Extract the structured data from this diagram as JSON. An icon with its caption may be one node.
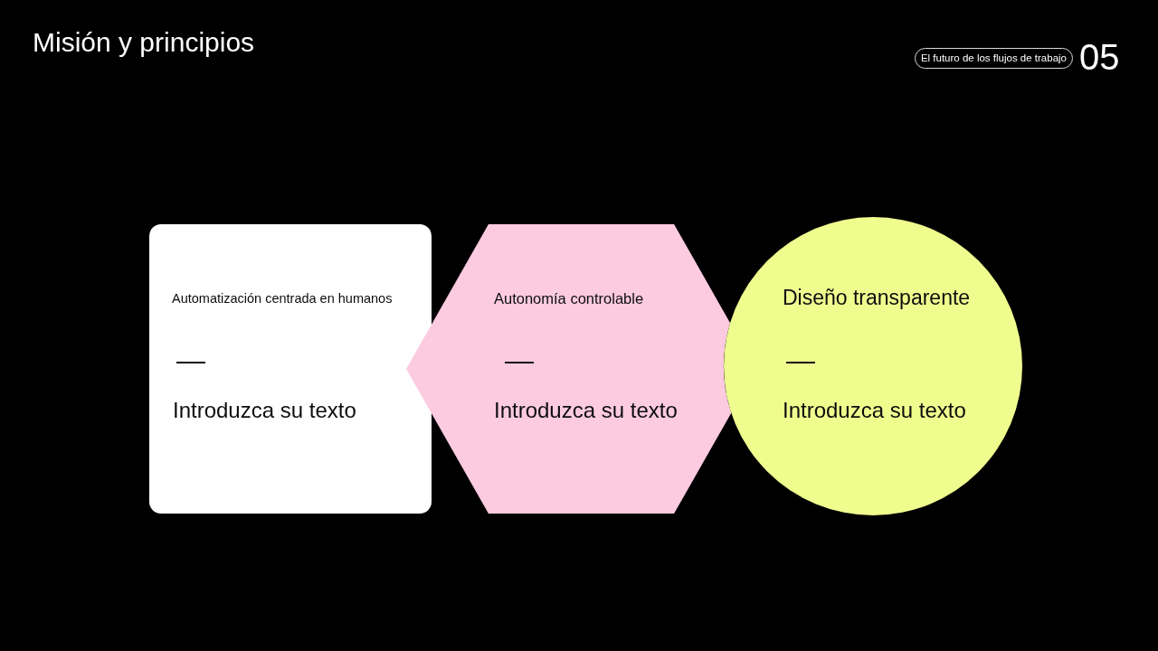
{
  "diagram": {
    "title": "Misión y principios",
    "nodes": [
      {
        "text": [
          "El futuro de los flujos de trabajo"
        ],
        "beside": [
          "05"
        ]
      },
      {
        "text": [
          "Automatización centrada en humanos",
          "Introduzca su texto"
        ]
      },
      {
        "text": [
          "Autonomía controlable",
          "Introduzca su texto"
        ]
      },
      {
        "text": [
          "Diseño transparente",
          "Introduzca su texto"
        ]
      }
    ]
  }
}
